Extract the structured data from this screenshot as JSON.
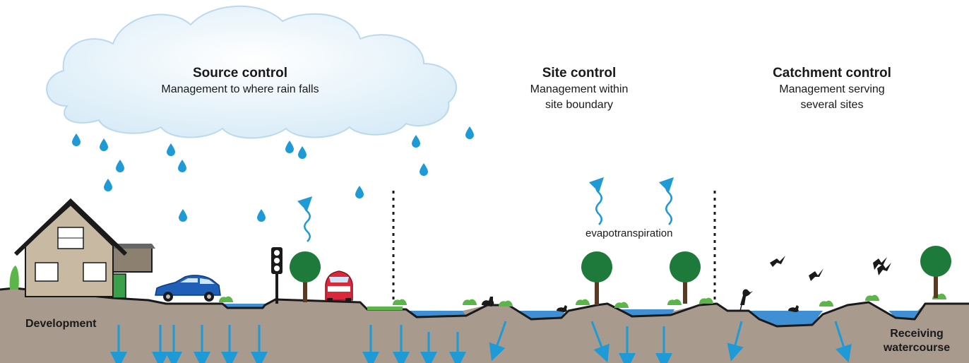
{
  "zones": {
    "source": {
      "title": "Source control",
      "subtitle": "Management to where rain falls"
    },
    "site": {
      "title": "Site control",
      "subtitle_line1": "Management within",
      "subtitle_line2": "site boundary"
    },
    "catchment": {
      "title": "Catchment control",
      "subtitle_line1": "Management serving",
      "subtitle_line2": "several sites"
    }
  },
  "labels": {
    "evapotranspiration": "evapotranspiration",
    "development": "Development",
    "receiving_line1": "Receiving",
    "receiving_line2": "watercourse"
  },
  "colors": {
    "ground": "#a89a8d",
    "ground_outline": "#1a1a1a",
    "water": "#3f8fd4",
    "arrow": "#1e9ad6",
    "cloud_fill": "#e3f1fa",
    "cloud_edge": "#bcd9ec",
    "tree_canopy": "#1e7a3a",
    "tree_trunk": "#5a3a22",
    "shrub": "#5cb548",
    "house_wall": "#c8b9a2",
    "car_blue": "#1f5fb8",
    "car_red": "#d9283c"
  },
  "icons": [
    "cloud-icon",
    "raindrop-icon",
    "house-icon",
    "car-icon",
    "traffic-light-icon",
    "tree-icon",
    "heron-icon",
    "duck-icon",
    "bird-icon",
    "wavy-arrow-icon",
    "infiltration-arrow-icon"
  ]
}
